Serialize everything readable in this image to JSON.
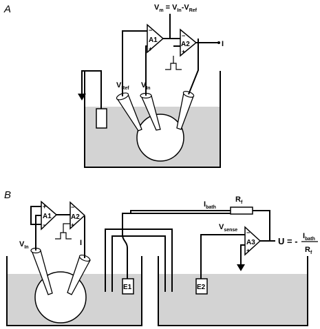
{
  "panel_a": {
    "label": "A",
    "equation": {
      "main": "V",
      "sub_m": "m",
      "eq": " = V",
      "sub_in": "In",
      "minus": "-V",
      "sub_ref": "Ref"
    },
    "amp1": "A1",
    "amp2": "A2",
    "output": "I",
    "v_ref": {
      "main": "V",
      "sub": "Ref"
    },
    "v_in": {
      "main": "V",
      "sub": "In"
    },
    "minus_sign": "−",
    "plus_sign": "+"
  },
  "panel_b": {
    "label": "B",
    "amp1": "A1",
    "amp2": "A2",
    "amp3": "A3",
    "v_in": {
      "main": "V",
      "sub": "In"
    },
    "current": "I",
    "i_bath": {
      "main": "I",
      "sub": "bath"
    },
    "r_f": {
      "main": "R",
      "sub": "f"
    },
    "v_sense": {
      "main": "V",
      "sub": "sense"
    },
    "electrode1": "E1",
    "electrode2": "E2",
    "output_eq": {
      "u": "U = -",
      "num_main": "I",
      "num_sub": "bath",
      "den_main": "R",
      "den_sub": "f"
    },
    "minus_sign": "−",
    "plus_sign": "+"
  },
  "colors": {
    "bath": "#d3d3d3",
    "line": "#000000",
    "background": "#ffffff"
  }
}
